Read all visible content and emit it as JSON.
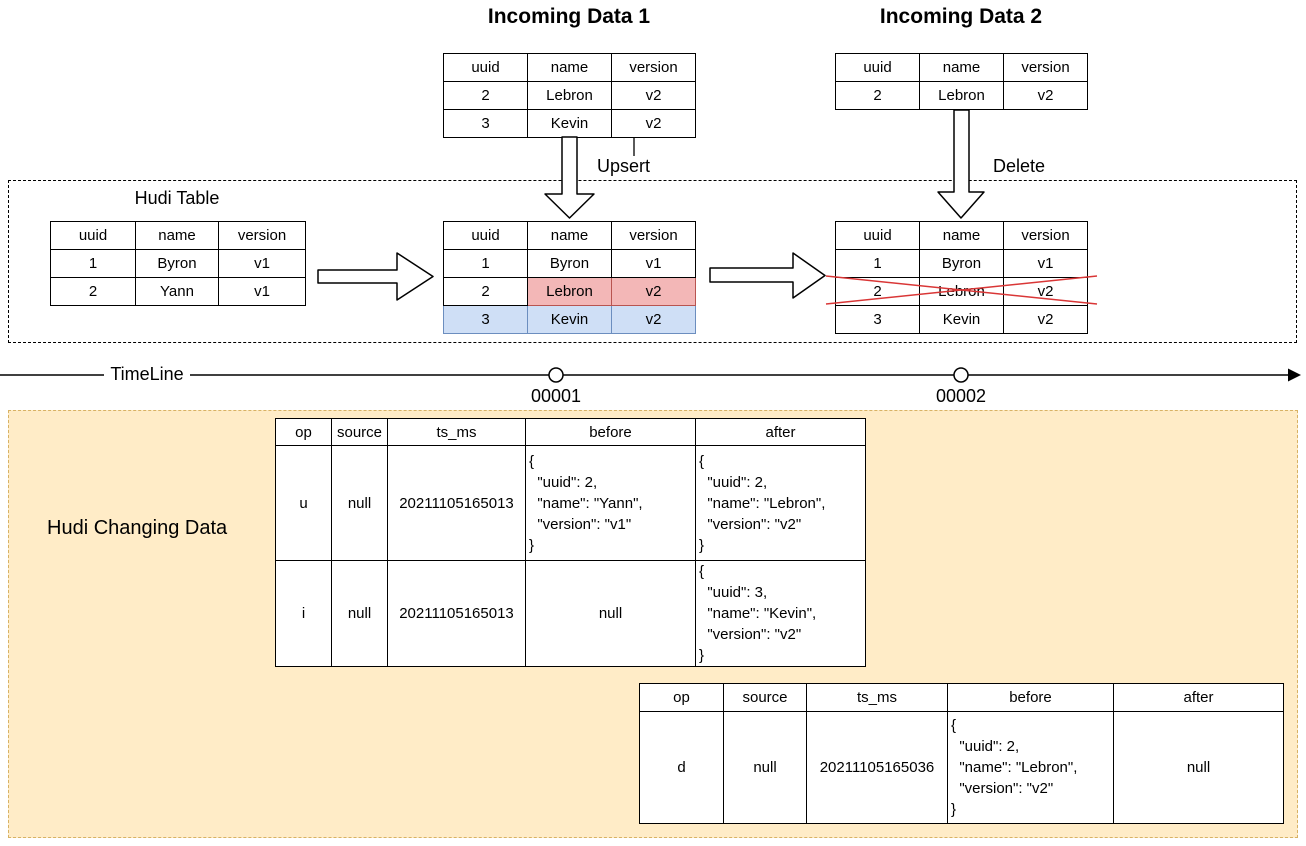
{
  "labels": {
    "incoming_data_1": "Incoming Data 1",
    "incoming_data_2": "Incoming Data 2",
    "upsert": "Upsert",
    "delete": "Delete",
    "hudi_table": "Hudi Table",
    "timeline": "TimeLine",
    "hudi_changing_data": "Hudi Changing Data"
  },
  "timeline": {
    "instant1": "00001",
    "instant2": "00002"
  },
  "colors": {
    "updated_cell_fill": "#f3b7b7",
    "updated_cell_border": "#b85450",
    "inserted_row_fill": "#cfdff6",
    "inserted_row_border": "#6c8ebf",
    "changing_box_fill": "#ffecc7",
    "changing_box_border": "#d8b264",
    "delete_cross": "#d93636"
  },
  "incoming1": {
    "headers": [
      "uuid",
      "name",
      "version"
    ],
    "rows": [
      [
        "2",
        "Lebron",
        "v2"
      ],
      [
        "3",
        "Kevin",
        "v2"
      ]
    ]
  },
  "incoming2": {
    "headers": [
      "uuid",
      "name",
      "version"
    ],
    "rows": [
      [
        "2",
        "Lebron",
        "v2"
      ]
    ]
  },
  "hudi_before": {
    "headers": [
      "uuid",
      "name",
      "version"
    ],
    "rows": [
      [
        "1",
        "Byron",
        "v1"
      ],
      [
        "2",
        "Yann",
        "v1"
      ]
    ]
  },
  "hudi_after_upsert": {
    "headers": [
      "uuid",
      "name",
      "version"
    ],
    "rows": [
      [
        "1",
        "Byron",
        "v1"
      ],
      [
        "2",
        "Lebron",
        "v2"
      ],
      [
        "3",
        "Kevin",
        "v2"
      ]
    ]
  },
  "hudi_after_delete": {
    "headers": [
      "uuid",
      "name",
      "version"
    ],
    "rows": [
      [
        "1",
        "Byron",
        "v1"
      ],
      [
        "2",
        "Lebron",
        "v2"
      ],
      [
        "3",
        "Kevin",
        "v2"
      ]
    ]
  },
  "cdc1": {
    "headers": [
      "op",
      "source",
      "ts_ms",
      "before",
      "after"
    ],
    "rows": [
      {
        "op": "u",
        "source": "null",
        "ts_ms": "20211105165013",
        "before": "{\n  \"uuid\": 2,\n  \"name\": \"Yann\",\n  \"version\": \"v1\"\n}",
        "after": "{\n  \"uuid\": 2,\n  \"name\": \"Lebron\",\n  \"version\": \"v2\"\n}"
      },
      {
        "op": "i",
        "source": "null",
        "ts_ms": "20211105165013",
        "before": "null",
        "after": "{\n  \"uuid\": 3,\n  \"name\": \"Kevin\",\n  \"version\": \"v2\"\n}"
      }
    ]
  },
  "cdc2": {
    "headers": [
      "op",
      "source",
      "ts_ms",
      "before",
      "after"
    ],
    "rows": [
      {
        "op": "d",
        "source": "null",
        "ts_ms": "20211105165036",
        "before": "{\n  \"uuid\": 2,\n  \"name\": \"Lebron\",\n  \"version\": \"v2\"\n}",
        "after": "null"
      }
    ]
  }
}
